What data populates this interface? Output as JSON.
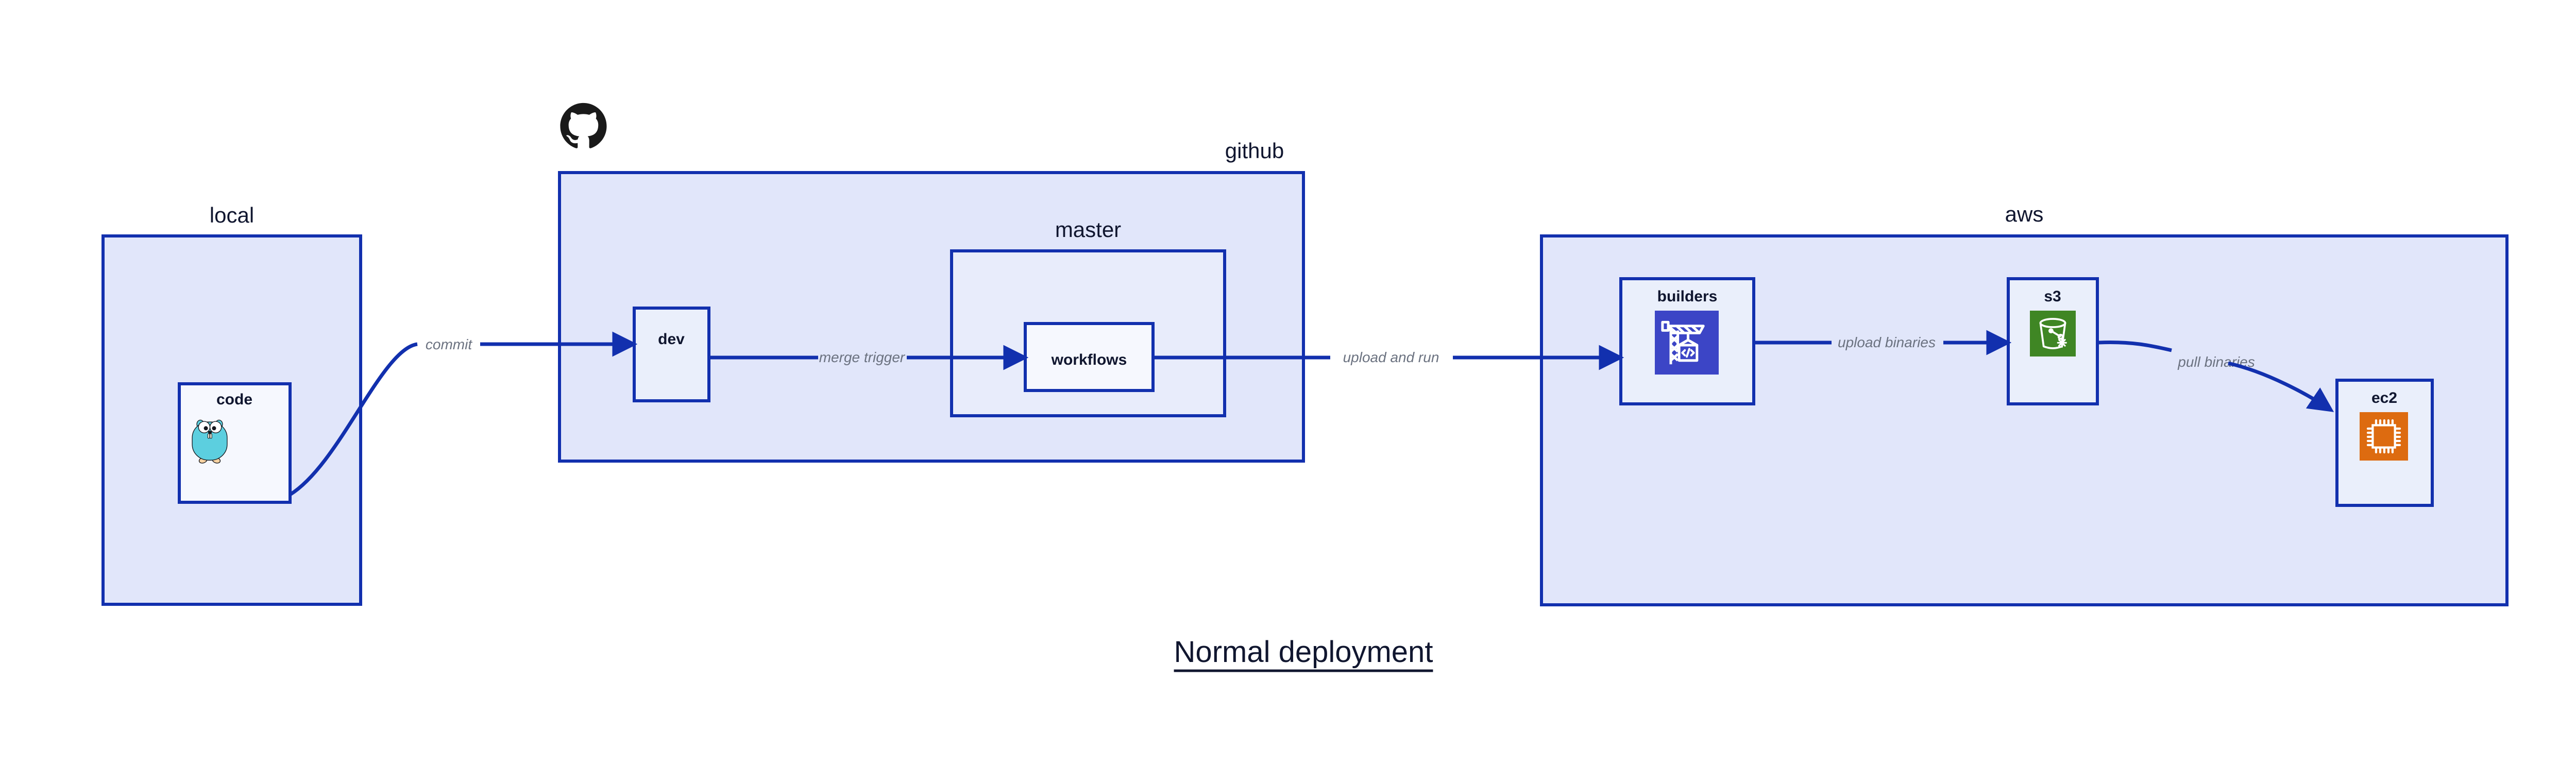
{
  "diagram": {
    "title": "Normal deployment",
    "colors": {
      "border": "#1230ae",
      "container_fill": "#e1e6fa",
      "subcontainer_fill": "#e8ecfb",
      "node_fill": "#eaeffb",
      "node_fill_white": "#f6f8fe",
      "edge_stroke": "#1230ae",
      "edge_label": "#6b7280",
      "text": "#10162f",
      "codebuild_blue": "#3c45c6",
      "s3_green": "#3f8624",
      "ec2_orange": "#dd6b10",
      "gopher_cyan": "#5ccfdf",
      "gopher_tan": "#f6d2a2",
      "octocat_black": "#1a1a1a"
    },
    "groups": [
      {
        "id": "local",
        "label": "local"
      },
      {
        "id": "github",
        "label": "github"
      },
      {
        "id": "master",
        "label": "master"
      },
      {
        "id": "aws",
        "label": "aws"
      }
    ],
    "nodes": [
      {
        "id": "code",
        "label": "code",
        "icon": "go-gopher-icon",
        "group": "local"
      },
      {
        "id": "dev",
        "label": "dev",
        "icon": null,
        "group": "github"
      },
      {
        "id": "workflows",
        "label": "workflows",
        "icon": null,
        "group": "master"
      },
      {
        "id": "builders",
        "label": "builders",
        "icon": "aws-codebuild-icon",
        "group": "aws"
      },
      {
        "id": "s3",
        "label": "s3",
        "icon": "aws-s3-bucket-icon",
        "group": "aws"
      },
      {
        "id": "ec2",
        "label": "ec2",
        "icon": "aws-ec2-chip-icon",
        "group": "aws"
      }
    ],
    "edges": [
      {
        "id": "commit",
        "label": "commit",
        "from": "code",
        "to": "dev"
      },
      {
        "id": "merge-trigger",
        "label": "merge trigger",
        "from": "dev",
        "to": "workflows"
      },
      {
        "id": "upload-and-run",
        "label": "upload and run",
        "from": "workflows",
        "to": "builders"
      },
      {
        "id": "upload-binaries",
        "label": "upload binaries",
        "from": "builders",
        "to": "s3"
      },
      {
        "id": "pull-binaries",
        "label": "pull binaries",
        "from": "s3",
        "to": "ec2"
      }
    ],
    "logos": [
      {
        "id": "github-octocat",
        "name": "github-octocat-logo"
      }
    ]
  }
}
